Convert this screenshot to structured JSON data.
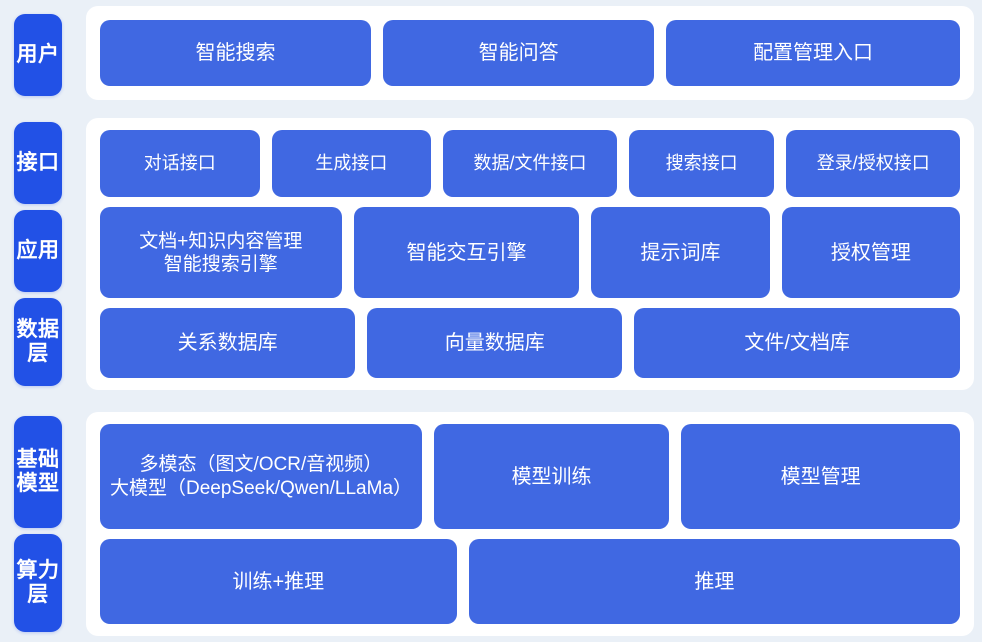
{
  "theme": {
    "page_background": "#eaf0f7",
    "panel_background": "#ffffff",
    "node_color": "#4068e2",
    "rail_tab_color": "#2251e6",
    "text_color": "#ffffff"
  },
  "bands": {
    "users": {
      "rail_label": "用户",
      "nodes": [
        {
          "label": "智能搜索"
        },
        {
          "label": "智能问答"
        },
        {
          "label": "配置管理入口"
        }
      ]
    },
    "middle": {
      "rail_labels": {
        "api": "接口",
        "app": "应用",
        "data": "数据层"
      },
      "rows": {
        "api": [
          {
            "label": "对话接口"
          },
          {
            "label": "生成接口"
          },
          {
            "label": "数据/文件接口"
          },
          {
            "label": "搜索接口"
          },
          {
            "label": "登录/授权接口"
          }
        ],
        "app": [
          {
            "label": "文档+知识内容管理\n智能搜索引擎"
          },
          {
            "label": "智能交互引擎"
          },
          {
            "label": "提示词库"
          },
          {
            "label": "授权管理"
          }
        ],
        "data": [
          {
            "label": "关系数据库"
          },
          {
            "label": "向量数据库"
          },
          {
            "label": "文件/文档库"
          }
        ]
      }
    },
    "infra": {
      "rail_labels": {
        "model": "基础模型",
        "power": "算力层"
      },
      "rows": {
        "model": [
          {
            "label": "多模态（图文/OCR/音视频）\n大模型（DeepSeek/Qwen/LLaMa）"
          },
          {
            "label": "模型训练"
          },
          {
            "label": "模型管理"
          }
        ],
        "power": [
          {
            "label": "训练+推理"
          },
          {
            "label": "推理"
          }
        ]
      }
    }
  }
}
